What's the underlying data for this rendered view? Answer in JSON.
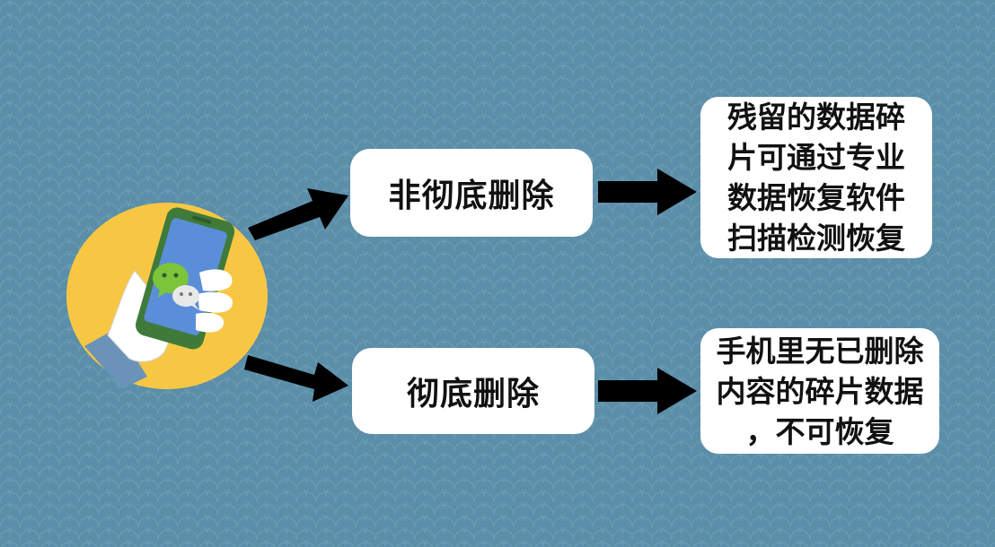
{
  "diagram": {
    "source": {
      "icon": "phone-in-hand-wechat-icon",
      "circle_color": "#f7c744",
      "phone_color": "#3f7a3a",
      "screen_color": "#5b8ed8",
      "bubble_color": "#7cc43a"
    },
    "branches": [
      {
        "label": "非彻底删除",
        "result_lines": [
          "残留的数据碎",
          "片可通过专业",
          "数据恢复软件",
          "扫描检测恢复"
        ]
      },
      {
        "label": "彻底删除",
        "result_lines": [
          "手机里无已删除",
          "内容的碎片数据",
          "，不可恢复"
        ]
      }
    ],
    "colors": {
      "background": "#5b8ea8",
      "box": "#ffffff",
      "arrow": "#000000",
      "text": "#111111"
    }
  }
}
